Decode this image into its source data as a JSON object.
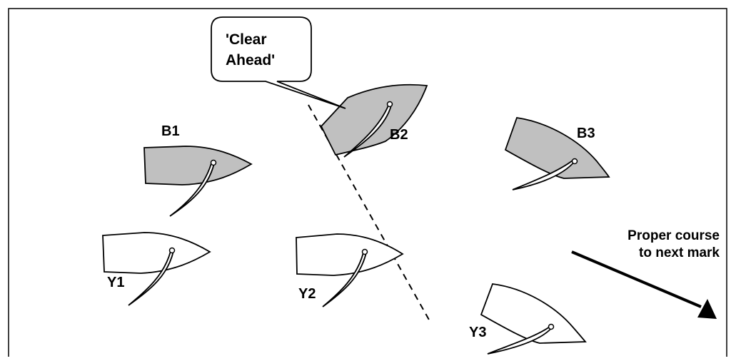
{
  "colors": {
    "blue_boat_fill": "#c0c0c0",
    "yellow_boat_fill": "#ffffff",
    "stroke": "#000000",
    "background": "#ffffff"
  },
  "callout": {
    "line1": "'Clear",
    "line2": "Ahead'"
  },
  "boats": {
    "b1": "B1",
    "b2": "B2",
    "b3": "B3",
    "y1": "Y1",
    "y2": "Y2",
    "y3": "Y3"
  },
  "course": {
    "line1": "Proper course",
    "line2": "to next mark",
    "arrow_icon": "arrow-down-right"
  }
}
